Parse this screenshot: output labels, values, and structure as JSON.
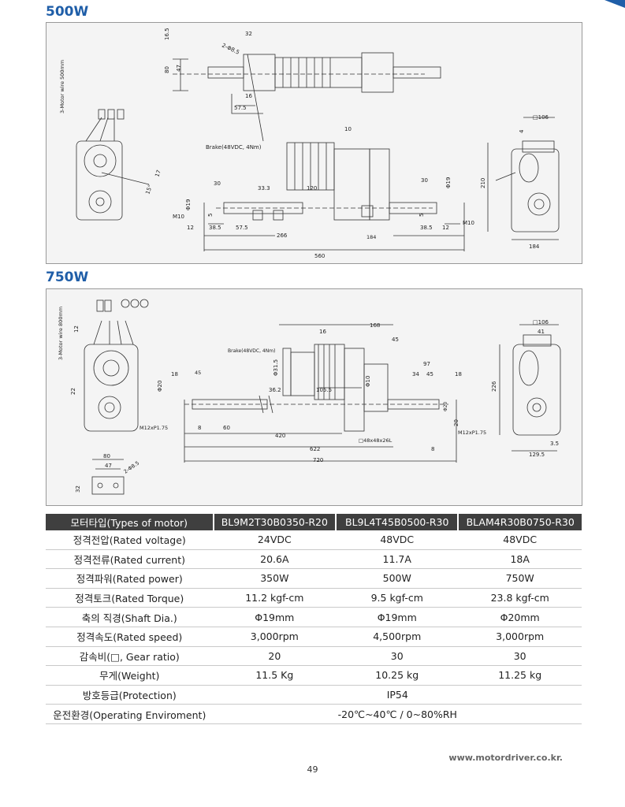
{
  "sections": {
    "s500": "500W",
    "s750": "750W"
  },
  "drawing500": {
    "dims": {
      "d1": "16.5",
      "d2": "80",
      "d3": "47",
      "d4": "32",
      "d5": "2-Φ8.5",
      "d6": "16",
      "d7": "57.5",
      "d8": "10",
      "d9": "□106",
      "d10": "4",
      "d11": "210",
      "d12": "184",
      "d13": "30",
      "d14": "33.3",
      "d15": "120",
      "d16": "30",
      "d17": "Φ19",
      "d18": "Φ19",
      "d19": "5",
      "d20": "5",
      "d21": "M10",
      "d22": "M10",
      "d23": "12",
      "d24": "38.5",
      "d25": "57.5",
      "d26": "266",
      "d27": "184",
      "d28": "38.5",
      "d29": "12",
      "d30": "560",
      "d31": "15°",
      "d32": "17"
    },
    "brake": "Brake(48VDC, 4Nm)",
    "wire": "3-Motor wire 500mm"
  },
  "drawing750": {
    "dims": {
      "d1": "12",
      "d2": "22",
      "d3": "16",
      "d4": "168",
      "d5": "45",
      "d6": "Φ31.5",
      "d7": "□106",
      "d8": "41",
      "d9": "226",
      "d10": "18",
      "d11": "45",
      "d12": "Φ20",
      "d13": "36.2",
      "d14": "105.5",
      "d15": "Φ10",
      "d16": "97",
      "d17": "34",
      "d18": "45",
      "d19": "18",
      "d20": "M12xP1.75",
      "d21": "8",
      "d22": "60",
      "d23": "420",
      "d24": "622",
      "d25": "8",
      "d26": "720",
      "d27": "□48x48x26L",
      "d28": "M12xP1.75",
      "d29": "20",
      "d30": "3.5",
      "d31": "129.5",
      "d32": "80",
      "d33": "47",
      "d34": "32",
      "d35": "2-Φ8.5",
      "d36": "Φ20"
    },
    "brake": "Brake(48VDC, 4Nm)",
    "wire": "3-Motor wire 800mm"
  },
  "table": {
    "header": [
      "모터타입(Types of motor)",
      "BL9M2T30B0350-R20",
      "BL9L4T45B0500-R30",
      "BLAM4R30B0750-R30"
    ],
    "rows": [
      {
        "label": "정격전압(Rated voltage)",
        "v": [
          "24VDC",
          "48VDC",
          "48VDC"
        ]
      },
      {
        "label": "정격전류(Rated current)",
        "v": [
          "20.6A",
          "11.7A",
          "18A"
        ]
      },
      {
        "label": "정격파워(Rated power)",
        "v": [
          "350W",
          "500W",
          "750W"
        ]
      },
      {
        "label": "정격토크(Rated Torque)",
        "v": [
          "11.2 kgf-cm",
          "9.5 kgf-cm",
          "23.8 kgf-cm"
        ]
      },
      {
        "label": "축의 직경(Shaft Dia.)",
        "v": [
          "Φ19mm",
          "Φ19mm",
          "Φ20mm"
        ]
      },
      {
        "label": "정격속도(Rated speed)",
        "v": [
          "3,000rpm",
          "4,500rpm",
          "3,000rpm"
        ]
      },
      {
        "label": "감속비(□, Gear ratio)",
        "v": [
          "20",
          "30",
          "30"
        ]
      },
      {
        "label": "무게(Weight)",
        "v": [
          "11.5 Kg",
          "10.25 kg",
          "11.25 kg"
        ]
      },
      {
        "label": "방호등급(Protection)",
        "merged": "IP54"
      },
      {
        "label": "운전환경(Operating Enviroment)",
        "merged": "-20℃~40℃ / 0~80%RH"
      }
    ]
  },
  "footer": {
    "url": "www.motordriver.co.kr.",
    "page": "49"
  }
}
